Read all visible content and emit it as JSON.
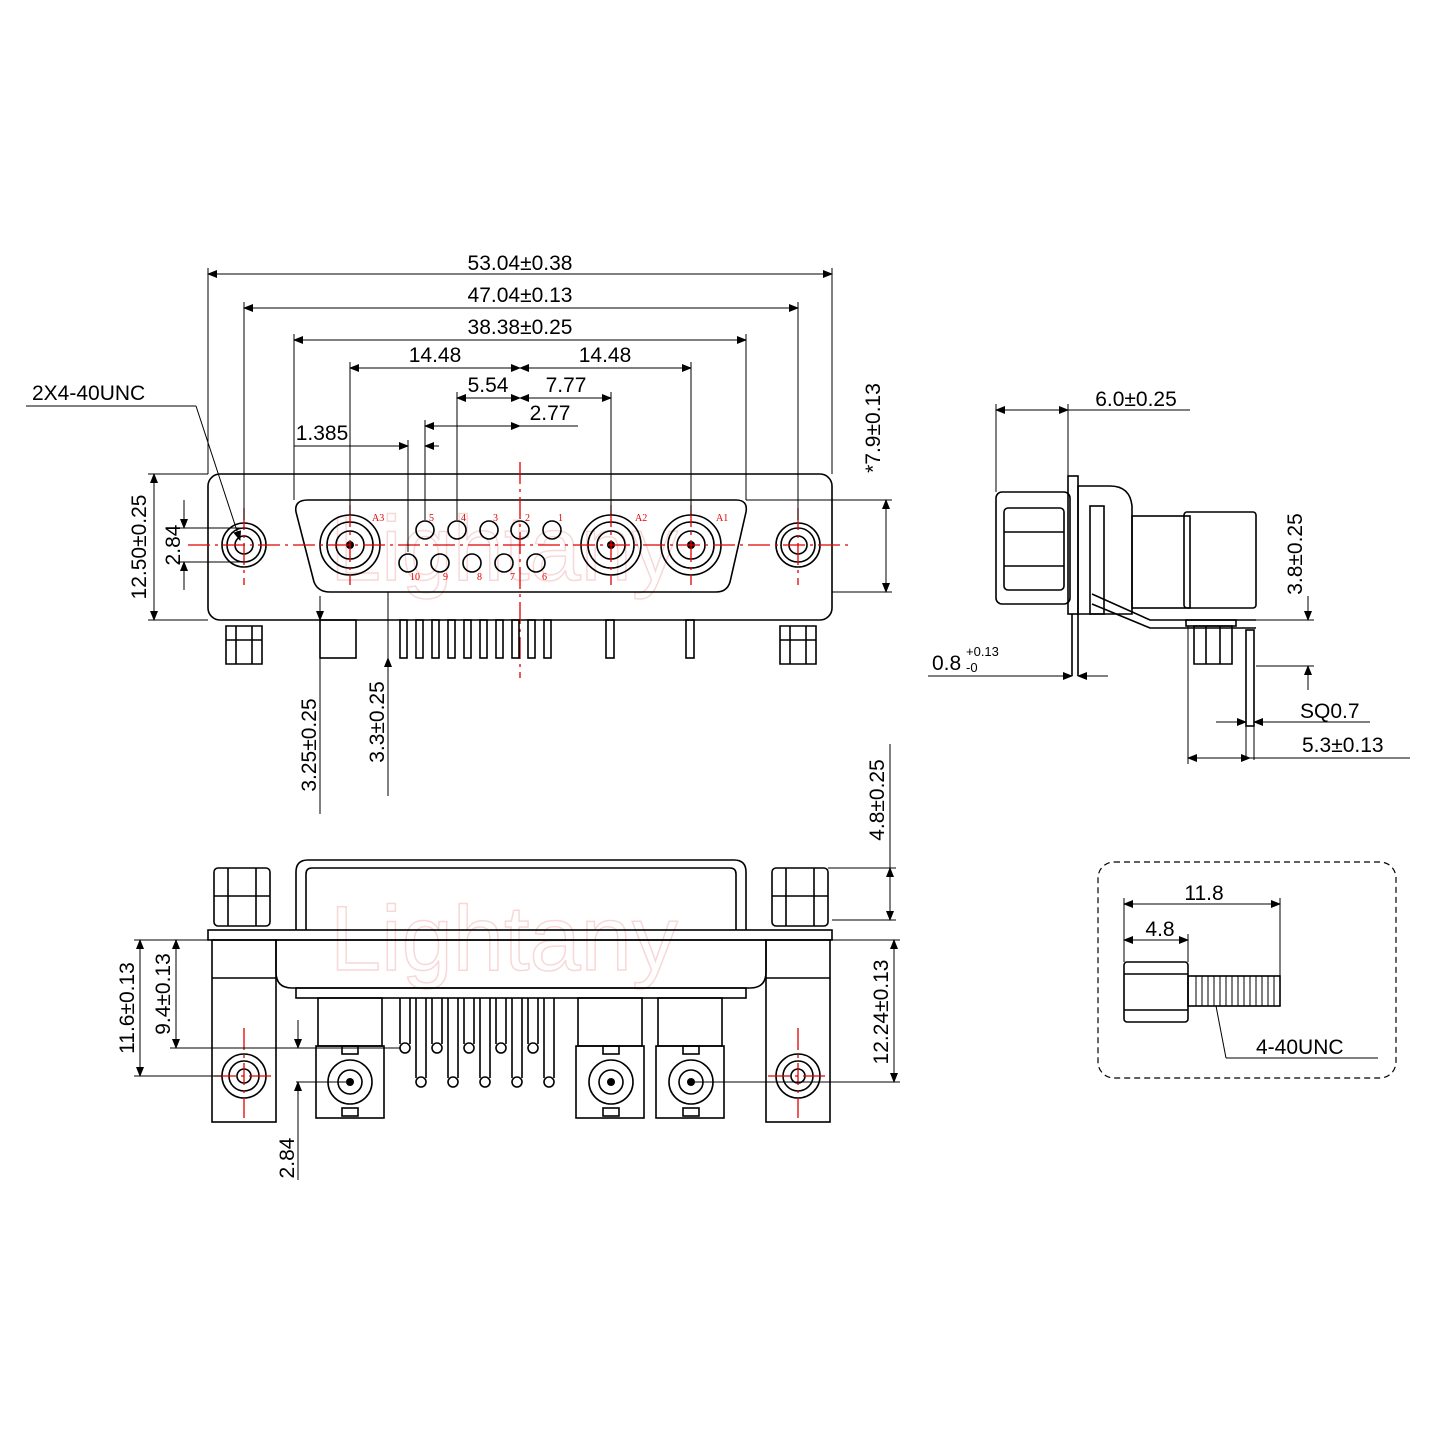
{
  "watermark": "Lightany",
  "front_view": {
    "dims": {
      "overall_width": "53.04±0.38",
      "mount_hole_spacing": "47.04±0.13",
      "shell_width": "38.38±0.25",
      "coax_left_pitch": "14.48",
      "coax_right_pitch": "14.48",
      "pin_offset_a": "5.54",
      "pin_offset_b": "7.77",
      "pin_offset_c": "2.77",
      "pin_pitch": "1.385",
      "thread_note": "2X4-40UNC",
      "flange_height": "12.50±0.25",
      "hole_offset": "2.84",
      "shell_height": "*7.9±0.13",
      "tail_a": "3.25±0.25",
      "tail_b": "3.3±0.25"
    },
    "pin_labels": [
      "A3",
      "5",
      "4",
      "3",
      "2",
      "1",
      "A2",
      "A1",
      "10",
      "9",
      "8",
      "7",
      "6"
    ]
  },
  "side_view": {
    "dims": {
      "depth": "6.0±0.25",
      "board_offset": "3.8±0.25",
      "flange_thickness_base": "0.8",
      "flange_thickness_tol_plus": "+0.13",
      "flange_thickness_tol_minus": "-0",
      "pin_square": "SQ0.7",
      "pin_row": "5.3±0.13"
    }
  },
  "bottom_view": {
    "dims": {
      "standoff_height": "4.8±0.25",
      "row_a": "11.6±0.13",
      "row_b": "9.4±0.13",
      "row_c": "12.24±0.13",
      "row_gap": "2.84"
    }
  },
  "screw_detail": {
    "length": "11.8",
    "head": "4.8",
    "thread": "4-40UNC"
  }
}
